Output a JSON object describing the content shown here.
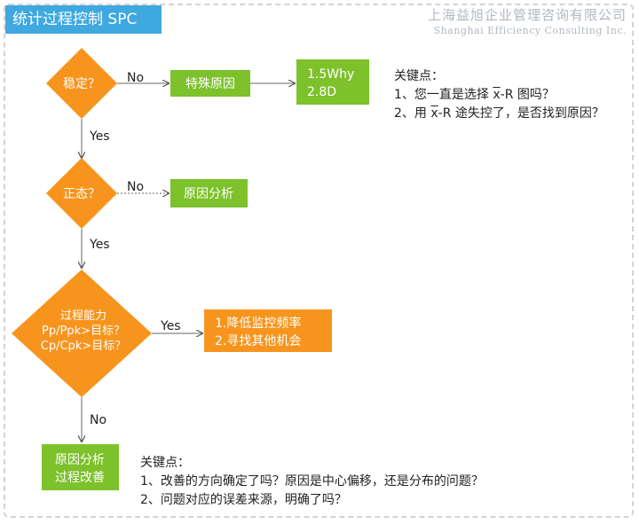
{
  "title": "统计过程控制 SPC",
  "company": {
    "cn": "上海益旭企业管理咨询有限公司",
    "en": "Shanghai Efficiency Consulting Inc."
  },
  "colors": {
    "orange": "#f7941d",
    "green": "#7dc12b",
    "blue": "#3fa8df",
    "text": "#222222"
  },
  "nodes": {
    "stable": "稳定？",
    "special_cause": "特殊原因",
    "tools": [
      "1.5Why",
      "2.8D"
    ],
    "normal": "正态？",
    "cause_analysis": "原因分析",
    "capability": [
      "过程能力",
      "Pp/Ppk>目标？",
      "Cp/Cpk>目标？"
    ],
    "capable_actions": [
      "1.降低监控频率",
      "2.寻找其他机会"
    ],
    "improve": [
      "原因分析",
      "过程改善"
    ]
  },
  "edges": {
    "stable_no": "No",
    "stable_yes": "Yes",
    "normal_no": "No",
    "normal_yes": "Yes",
    "capability_yes": "Yes",
    "capability_no": "No"
  },
  "notes_top": {
    "heading": "关键点：",
    "line1_pre": "1、您一直是选择 ",
    "line1_sym": "x",
    "line1_post": "-R  图吗？",
    "line2_pre": "2、用 ",
    "line2_sym": "x",
    "line2_post": "-R  途失控了，是否找到原因？"
  },
  "notes_bottom": {
    "heading": "关键点：",
    "line1": "1、改善的方向确定了吗？原因是中心偏移，还是分布的问题？",
    "line2": "2、问题对应的误差来源，明确了吗？"
  }
}
